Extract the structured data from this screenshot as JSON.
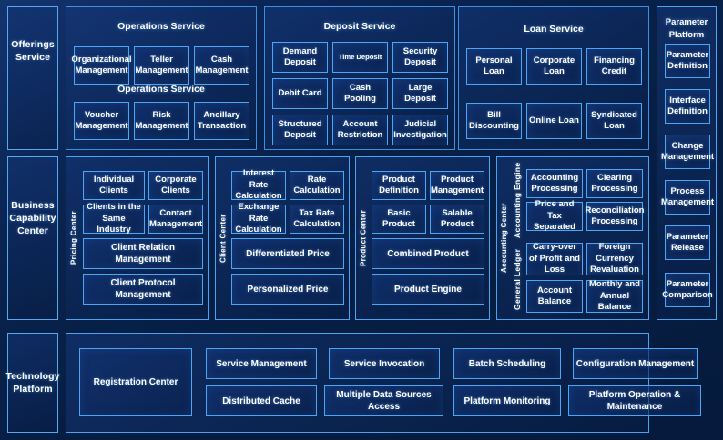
{
  "theme": {
    "background": "#061a3f",
    "panel_border": "#3f8fe0",
    "cell_border": "#4ea6f2",
    "text": "#ffffff"
  },
  "rows": {
    "offerings": {
      "label": "Offerings Service",
      "groups": [
        {
          "title": "Operations Service",
          "subtitle": "Operations Service",
          "cells": [
            "Organizational Management",
            "Teller Management",
            "Cash Management",
            "Voucher Management",
            "Risk Management",
            "Ancillary Transaction"
          ]
        },
        {
          "title": "Deposit Service",
          "cells": [
            "Demand Deposit",
            "Time Deposit",
            "Security Deposit",
            "Debit Card",
            "Cash Pooling",
            "Large Deposit",
            "Structured Deposit",
            "Account Restriction",
            "Judicial Investigation"
          ]
        },
        {
          "title": "Loan Service",
          "cells": [
            "Personal Loan",
            "Corporate Loan",
            "Financing Credit",
            "Bill Discounting",
            "Online Loan",
            "Syndicated Loan"
          ]
        }
      ]
    },
    "business": {
      "label": "Business Capability Center",
      "groups": [
        {
          "vlabel": "Pricing Center",
          "cells": [
            "Individual Clients",
            "Corporate Clients",
            "Clients in the Same Industry",
            "Contact Management",
            "Client Relation Management",
            "Client Protocol Management"
          ]
        },
        {
          "vlabel": "Client Center",
          "cells": [
            "Interest Rate Calculation",
            "Rate Calculation",
            "Exchange Rate Calculation",
            "Tax Rate Calculation",
            "Differentiated Price",
            "Personalized Price"
          ]
        },
        {
          "vlabel": "Product Center",
          "cells": [
            "Product Definition",
            "Product Management",
            "Basic Product",
            "Salable Product",
            "Combined Product",
            "Product Engine"
          ]
        },
        {
          "vlabel": "Accounting Center",
          "sub": [
            {
              "vlabel": "Accounting Engine",
              "cells": [
                "Accounting Processing",
                "Clearing Processing",
                "Price and Tax Separated",
                "Reconciliation Processing"
              ]
            },
            {
              "vlabel": "General Ledger",
              "cells": [
                "Carry-over of Profit and Loss",
                "Foreign Currency Revaluation",
                "Account Balance",
                "Monthly and Annual Balance"
              ]
            }
          ]
        }
      ]
    },
    "technology": {
      "label": "Technology Platform",
      "cells": [
        "Registration Center",
        "Service Management",
        "Distributed Cache",
        "Service Invocation",
        "Multiple Data Sources Access",
        "Batch Scheduling",
        "Platform Monitoring",
        "Configuration Management",
        "Platform Operation & Maintenance"
      ]
    }
  },
  "right_rail": {
    "label": "Parameter Platform",
    "items": [
      "Parameter Definition",
      "Interface Definition",
      "Change Management",
      "Process Management",
      "Parameter Release",
      "Parameter Comparison"
    ]
  }
}
